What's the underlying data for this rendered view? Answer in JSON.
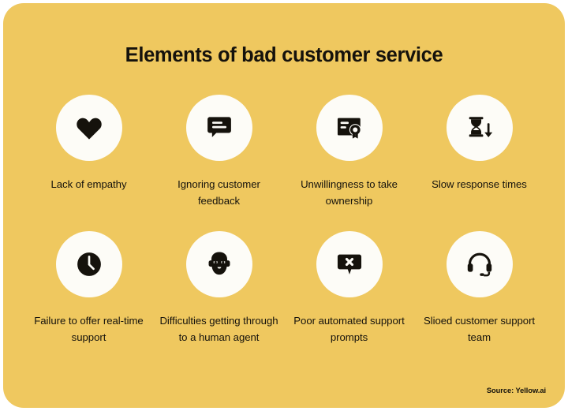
{
  "card": {
    "background_color": "#efc85f",
    "circle_color": "#fdfcf7",
    "text_color": "#15120c"
  },
  "title": "Elements of bad customer service",
  "source": "Source: Yellow.ai",
  "rows": [
    {
      "cells": [
        {
          "icon": "heart-icon",
          "label": "Lack of empathy"
        },
        {
          "icon": "chat-bubble-lines-icon",
          "label": "Ignoring customer feedback"
        },
        {
          "icon": "certificate-award-icon",
          "label": "Unwillingness to take ownership"
        },
        {
          "icon": "hourglass-down-arrow-icon",
          "label": "Slow response times"
        }
      ]
    },
    {
      "cells": [
        {
          "icon": "clock-icon",
          "label": "Failure to offer real-time support"
        },
        {
          "icon": "bearded-agent-headset-icon",
          "label": "Difficulties getting through to a human agent"
        },
        {
          "icon": "chat-bubble-x-icon",
          "label": "Poor automated support prompts"
        },
        {
          "icon": "headset-icon",
          "label": "Slioed customer support team"
        }
      ]
    }
  ]
}
